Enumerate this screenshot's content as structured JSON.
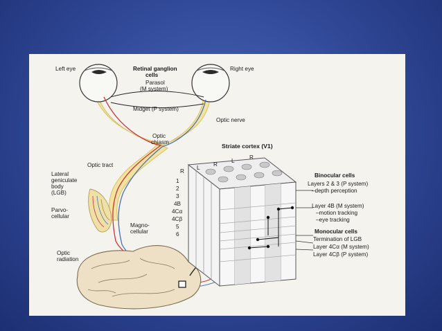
{
  "colors": {
    "background": "#2e4694",
    "panel": "#f5f3ee",
    "nerve": "#f3e3a0",
    "nerve_edge": "#d8bf66",
    "red_path": "#c8323a",
    "blue_path": "#4a6fb0",
    "brain": "#ede0c4",
    "brain_edge": "#7a6a50"
  },
  "labels": {
    "left_eye": "Left eye",
    "right_eye": "Right eye",
    "retinal_ganglion_line1": "Retinal ganglion",
    "retinal_ganglion_line2": "cells",
    "parasol_line1": "Parasol",
    "parasol_line2": "(M system)",
    "midget": "Midget (P system)",
    "optic_nerve": "Optic nerve",
    "optic_chiasm_line1": "Optic",
    "optic_chiasm_line2": "chiasm",
    "optic_tract": "Optic tract",
    "lgb_line1": "Lateral",
    "lgb_line2": "geniculate",
    "lgb_line3": "body",
    "lgb_line4": "(LGB)",
    "parvo_line1": "Parvo-",
    "parvo_line2": "cellular",
    "magno_line1": "Magno-",
    "magno_line2": "cellular",
    "optic_radiation_line1": "Optic",
    "optic_radiation_line2": "radiation",
    "striate_cortex": "Striate cortex (V1)"
  },
  "column_labels": [
    "R",
    "L",
    "R",
    "L",
    "R"
  ],
  "layers": [
    "1",
    "2",
    "3",
    "4B",
    "4Cα",
    "4Cβ",
    "5",
    "6"
  ],
  "binocular": {
    "heading": "Binocular cells",
    "line1": "Layers 2 & 3 (P system)",
    "line2": "–depth perception",
    "line3": "Layer 4B (M system)",
    "line4": "–motion tracking",
    "line5": "–eye tracking"
  },
  "monocular": {
    "heading": "Monocular cells",
    "line1": "Termination of LGB",
    "line2": "Layer 4Cα (M system)",
    "line3": "Layer 4Cβ (P system)"
  }
}
